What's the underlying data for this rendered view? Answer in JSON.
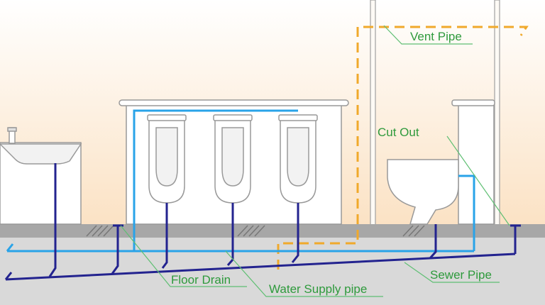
{
  "labels": {
    "vent_pipe": "Vent Pipe",
    "cut_out": "Cut Out",
    "floor_drain": "Floor Drain",
    "water_supply_pipe": "Water Supply pipe",
    "sewer_pipe": "Sewer Pipe"
  },
  "colors": {
    "wall_top": "#ffffff",
    "wall_bottom": "#fbe2c4",
    "floor_slab": "#a7a7a7",
    "underfloor": "#d9d9d9",
    "water_supply": "#29a3e8",
    "sewer": "#23238f",
    "vent": "#f0a92b",
    "label_text": "#2e9a3c",
    "leader_line": "#5fbf73"
  },
  "fixtures": [
    "sink",
    "urinal",
    "urinal",
    "urinal",
    "toilet"
  ]
}
